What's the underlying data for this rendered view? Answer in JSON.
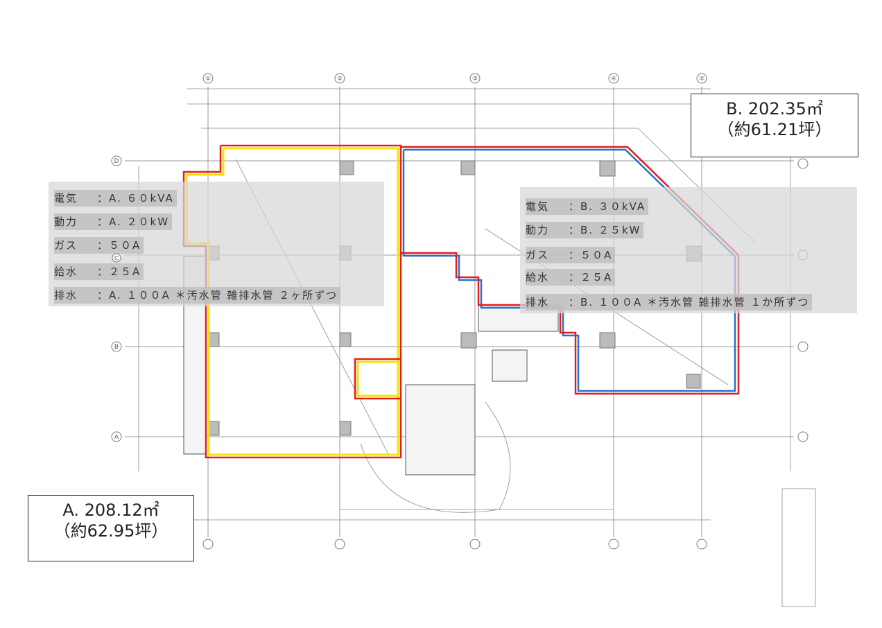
{
  "grid": {
    "columns": [
      "①",
      "②",
      "③",
      "④",
      "⑤"
    ],
    "rows": [
      "D",
      "C",
      "B",
      "A"
    ]
  },
  "tenant_a": {
    "area_line": "A. 208.12㎡",
    "tsubo_line": "（約62.95坪）",
    "specs": [
      {
        "key": "電気",
        "value": "：A. ６０kVA"
      },
      {
        "key": "動力",
        "value": "：A. ２０kW"
      },
      {
        "key": "ガス",
        "value": "：５０A"
      },
      {
        "key": "給水",
        "value": "：２５A"
      },
      {
        "key": "排水",
        "value": "：A. １００A ＊汚水管 雑排水管 ２ヶ所ずつ"
      }
    ]
  },
  "tenant_b": {
    "area_line": "B. 202.35㎡",
    "tsubo_line": "（約61.21坪）",
    "specs": [
      {
        "key": "電気",
        "value": "：B. ３０kVA"
      },
      {
        "key": "動力",
        "value": "：B. ２５kW"
      },
      {
        "key": "ガス",
        "value": "：５０A"
      },
      {
        "key": "給水",
        "value": "：２５A"
      },
      {
        "key": "排水",
        "value": "：B. １００A ＊汚水管 雑排水管 １か所ずつ"
      }
    ]
  },
  "colors": {
    "red": "#e0201c",
    "yellow": "#f2e400",
    "blue": "#2a6fd0",
    "purple": "#7a3a8a"
  }
}
